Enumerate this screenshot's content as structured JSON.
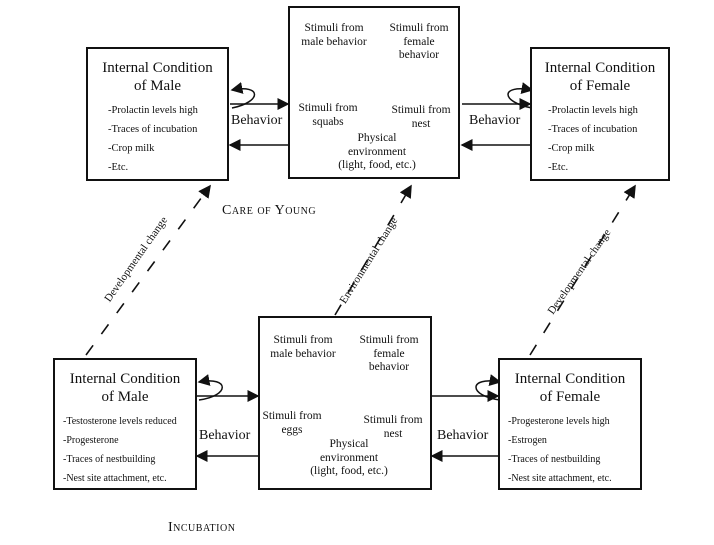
{
  "care_of_young": {
    "section_title": "Care of Young",
    "male": {
      "title_line1": "Internal Condition",
      "title_line2": "of Male",
      "items": [
        "-Prolactin levels high",
        "-Traces of incubation",
        "-Crop milk",
        "-Etc."
      ]
    },
    "female": {
      "title_line1": "Internal Condition",
      "title_line2": "of Female",
      "items": [
        "-Prolactin levels high",
        "-Traces of incubation",
        "-Crop milk",
        "-Etc."
      ]
    },
    "stimuli": {
      "male_behavior": "Stimuli from male behavior",
      "female_behavior": "Stimuli from female behavior",
      "left": "Stimuli from squabs",
      "nest": "Stimuli from nest",
      "physical": "Physical environment (light, food, etc.)"
    },
    "behavior_left": "Behavior",
    "behavior_right": "Behavior"
  },
  "incubation": {
    "section_title": "Incubation",
    "male": {
      "title_line1": "Internal Condition",
      "title_line2": "of Male",
      "items": [
        "-Testosterone levels reduced",
        "-Progesterone",
        "-Traces of nestbuilding",
        "-Nest site attachment, etc."
      ]
    },
    "female": {
      "title_line1": "Internal Condition",
      "title_line2": "of Female",
      "items": [
        "-Progesterone levels high",
        "-Estrogen",
        "-Traces of nestbuilding",
        "-Nest site attachment, etc."
      ]
    },
    "stimuli": {
      "male_behavior": "Stimuli from male behavior",
      "female_behavior": "Stimuli from female behavior",
      "left": "Stimuli from eggs",
      "nest": "Stimuli from nest",
      "physical": "Physical environment (light, food, etc.)"
    },
    "behavior_left": "Behavior",
    "behavior_right": "Behavior"
  },
  "transitions": {
    "left": "Developmental change",
    "middle": "Environmental change",
    "right": "Developmental change"
  }
}
